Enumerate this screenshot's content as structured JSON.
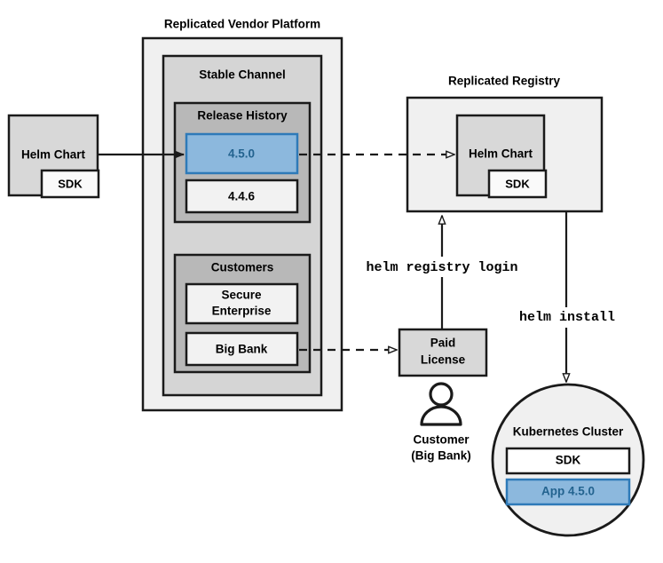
{
  "diagram": {
    "title_text": "Replicated Vendor Platform",
    "colors": {
      "accent_blue_fill": "#8CB8DD",
      "accent_blue_stroke": "#2E7AB8",
      "accent_blue_text": "#23638F",
      "platform_fill": "#F0F0F0",
      "channel_fill": "#D5D5D5",
      "section_fill": "#B8B8B8",
      "box_fill": "#F2F2F2",
      "chart_fill": "#D8D8D8",
      "stroke": "#1a1a1a",
      "background": "#FFFFFF"
    },
    "labels": {
      "platform": "Replicated Vendor Platform",
      "stable_channel": "Stable Channel",
      "release_history": "Release History",
      "release_current": "4.5.0",
      "release_previous": "4.4.6",
      "customers": "Customers",
      "customer_secure_line1": "Secure",
      "customer_secure_line2": "Enterprise",
      "customer_big_bank": "Big Bank",
      "source_helm_chart": "Helm Chart",
      "source_sdk": "SDK",
      "registry": "Replicated Registry",
      "registry_helm_chart": "Helm Chart",
      "registry_sdk": "SDK",
      "paid_license_line1": "Paid",
      "paid_license_line2": "License",
      "customer_person_line1": "Customer",
      "customer_person_line2": "(Big Bank)",
      "cluster": "Kubernetes Cluster",
      "cluster_sdk": "SDK",
      "cluster_app": "App 4.5.0",
      "cmd_registry_login": "helm registry login",
      "cmd_helm_install": "helm install"
    }
  }
}
